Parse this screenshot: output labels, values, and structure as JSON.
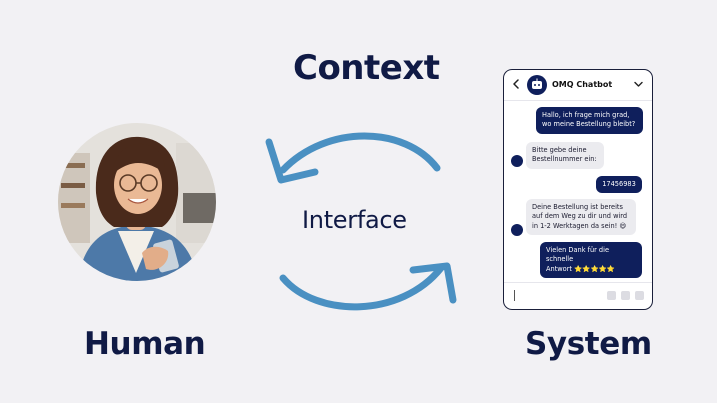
{
  "diagram": {
    "title": "Context",
    "center_label": "Interface",
    "left_label": "Human",
    "right_label": "System",
    "arrow_color": "#4a90c2",
    "text_color": "#101a45",
    "background": "#f2f1f4"
  },
  "chat": {
    "header_title": "OMQ Chatbot",
    "brand_color": "#0f1f5c",
    "messages": [
      {
        "from": "user",
        "text": "Hallo, ich frage mich grad,\nwo meine Bestellung bleibt?"
      },
      {
        "from": "bot",
        "text": "Bitte gebe deine\nBestellnummer ein:"
      },
      {
        "from": "user",
        "text": "17456983"
      },
      {
        "from": "bot",
        "text": "Deine Bestellung ist bereits\nauf dem Weg zu dir und wird\nin 1-2 Werktagen da sein! 😄"
      },
      {
        "from": "user",
        "text": "Vielen Dank für die schnelle\nAntwort ⭐⭐⭐⭐⭐"
      }
    ]
  }
}
